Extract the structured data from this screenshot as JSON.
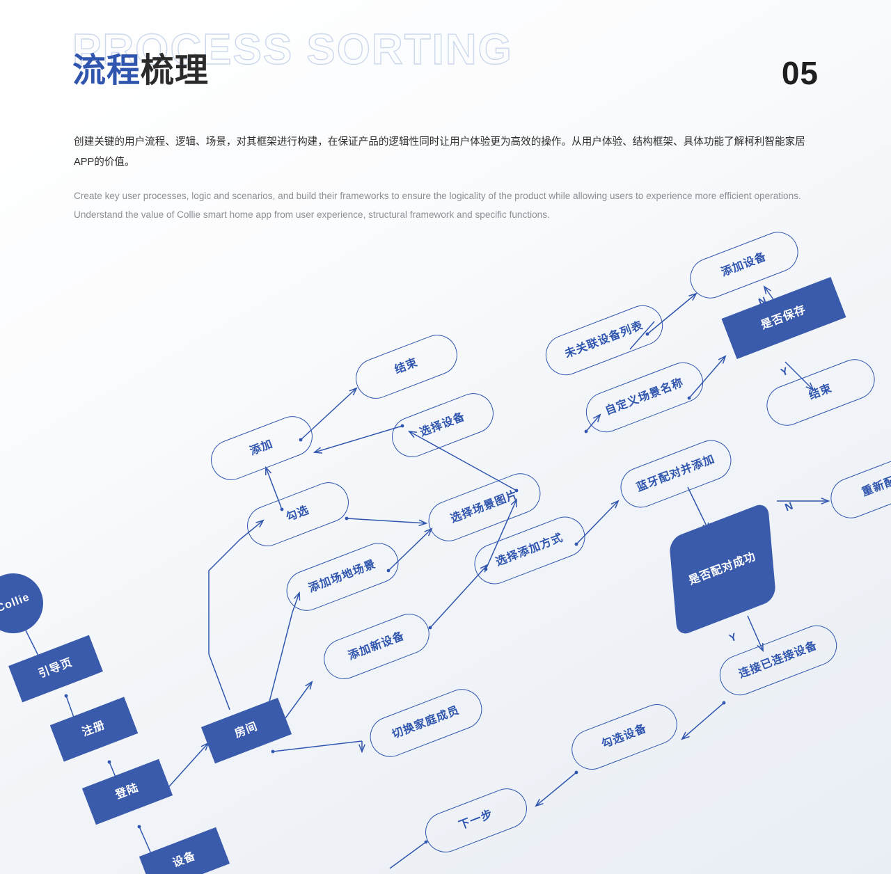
{
  "header": {
    "outline_title": "PROCESS SORTING",
    "cn_title_accent": "流程",
    "cn_title_dark": "梳理",
    "page_number": "05"
  },
  "intro": {
    "cn": "创建关键的用户流程、逻辑、场景，对其框架进行构建，在保证产品的逻辑性同时让用户体验更为高效的操作。从用户体验、结构框架、具体功能了解柯利智能家居APP的价值。",
    "en": "Create key user processes, logic and scenarios, and build their frameworks to ensure the logicality of the product while allowing users to experience more efficient operations. Understand the value of Collie smart home app from user experience, structural framework and specific functions."
  },
  "colors": {
    "accent_blue": "#2f55ae",
    "node_fill": "#3a5bab",
    "outline_title_stroke": "#ccd8ec",
    "text_dark": "#2b2b2b",
    "text_muted": "#8b8f96"
  },
  "flowchart": {
    "rotation_deg": -21,
    "nodes": [
      {
        "id": "collie",
        "label": "Collie",
        "shape": "circle"
      },
      {
        "id": "guide",
        "label": "引导页",
        "shape": "rect"
      },
      {
        "id": "register",
        "label": "注册",
        "shape": "rect"
      },
      {
        "id": "login",
        "label": "登陆",
        "shape": "rect"
      },
      {
        "id": "device",
        "label": "设备",
        "shape": "rect"
      },
      {
        "id": "room",
        "label": "房间",
        "shape": "rect"
      },
      {
        "id": "add",
        "label": "添加",
        "shape": "pill"
      },
      {
        "id": "check",
        "label": "勾选",
        "shape": "pill"
      },
      {
        "id": "end-left",
        "label": "结束",
        "shape": "pill"
      },
      {
        "id": "select-device",
        "label": "选择设备",
        "shape": "pill"
      },
      {
        "id": "scene-image",
        "label": "选择场景图片",
        "shape": "pill"
      },
      {
        "id": "add-site-scene",
        "label": "添加场地场景",
        "shape": "pill"
      },
      {
        "id": "add-new-device",
        "label": "添加新设备",
        "shape": "pill"
      },
      {
        "id": "switch-member",
        "label": "切换家庭成员",
        "shape": "pill"
      },
      {
        "id": "add-method",
        "label": "选择添加方式",
        "shape": "pill"
      },
      {
        "id": "custom-scene",
        "label": "自定义场景名称",
        "shape": "pill"
      },
      {
        "id": "unlinked-list",
        "label": "未关联设备列表",
        "shape": "pill"
      },
      {
        "id": "add-device",
        "label": "添加设备",
        "shape": "pill"
      },
      {
        "id": "save-decision",
        "label": "是否保存",
        "shape": "rect"
      },
      {
        "id": "end-right",
        "label": "结束",
        "shape": "pill"
      },
      {
        "id": "bluetooth-pair",
        "label": "蓝牙配对并添加",
        "shape": "pill"
      },
      {
        "id": "pair-decision",
        "label": "是否配对成功",
        "shape": "diamond"
      },
      {
        "id": "repair",
        "label": "重新配对",
        "shape": "pill"
      },
      {
        "id": "connect-device",
        "label": "连接已连接设备",
        "shape": "pill"
      },
      {
        "id": "check-device",
        "label": "勾选设备",
        "shape": "pill"
      },
      {
        "id": "next-step",
        "label": "下一步",
        "shape": "pill"
      }
    ],
    "edge_labels": [
      {
        "id": "save-n",
        "label": "N"
      },
      {
        "id": "save-y",
        "label": "Y"
      },
      {
        "id": "pair-n",
        "label": "N"
      },
      {
        "id": "pair-y",
        "label": "Y"
      }
    ]
  }
}
